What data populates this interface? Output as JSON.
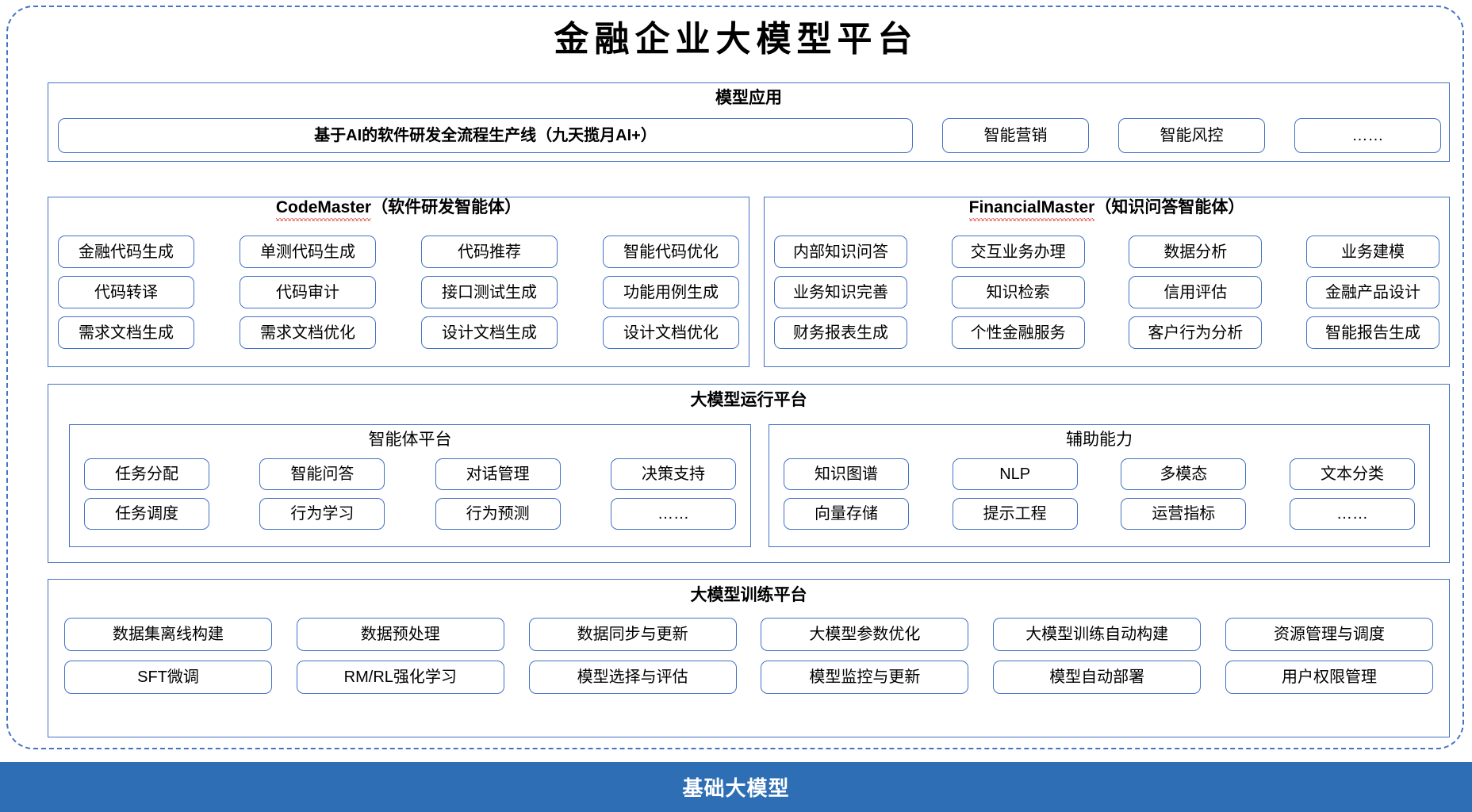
{
  "page": {
    "title": "金融企业大模型平台"
  },
  "colors": {
    "accent_blue": "#4472C4",
    "base_bar_blue": "#2E6EB5",
    "spellcheck_red": "#e03b2f",
    "text_black": "#000000",
    "background_white": "#ffffff"
  },
  "application_layer": {
    "title": "模型应用",
    "items": [
      {
        "label": "基于AI的软件研发全流程生产线（九天揽月AI+）",
        "size": "wide",
        "bold": true
      },
      {
        "label": "智能营销",
        "size": "small",
        "bold": false
      },
      {
        "label": "智能风控",
        "size": "small",
        "bold": false
      },
      {
        "label": "……",
        "size": "small",
        "bold": false
      }
    ]
  },
  "agents": [
    {
      "id": "code-master",
      "name_en": "CodeMaster",
      "name_cn": "（软件研发智能体）",
      "spellcheck_underline": true,
      "rows": [
        [
          "金融代码生成",
          "单测代码生成",
          "代码推荐",
          "智能代码优化"
        ],
        [
          "代码转译",
          "代码审计",
          "接口测试生成",
          "功能用例生成"
        ],
        [
          "需求文档生成",
          "需求文档优化",
          "设计文档生成",
          "设计文档优化"
        ]
      ]
    },
    {
      "id": "financial-master",
      "name_en": "FinancialMaster",
      "name_cn": "（知识问答智能体）",
      "spellcheck_underline": true,
      "rows": [
        [
          "内部知识问答",
          "交互业务办理",
          "数据分析",
          "业务建模"
        ],
        [
          "业务知识完善",
          "知识检索",
          "信用评估",
          "金融产品设计"
        ],
        [
          "财务报表生成",
          "个性金融服务",
          "客户行为分析",
          "智能报告生成"
        ]
      ]
    }
  ],
  "runtime_platform": {
    "title": "大模型运行平台",
    "sub_panels": [
      {
        "id": "agent-platform",
        "title": "智能体平台",
        "rows": [
          [
            "任务分配",
            "智能问答",
            "对话管理",
            "决策支持"
          ],
          [
            "任务调度",
            "行为学习",
            "行为预测",
            "……"
          ]
        ]
      },
      {
        "id": "auxiliary-ability",
        "title": "辅助能力",
        "rows": [
          [
            "知识图谱",
            "NLP",
            "多模态",
            "文本分类"
          ],
          [
            "向量存储",
            "提示工程",
            "运营指标",
            "……"
          ]
        ]
      }
    ]
  },
  "training_platform": {
    "title": "大模型训练平台",
    "rows": [
      [
        "数据集离线构建",
        "数据预处理",
        "数据同步与更新",
        "大模型参数优化",
        "大模型训练自动构建",
        "资源管理与调度"
      ],
      [
        "SFT微调",
        "RM/RL强化学习",
        "模型选择与评估",
        "模型监控与更新",
        "模型自动部署",
        "用户权限管理"
      ]
    ]
  },
  "base_layer": {
    "title": "基础大模型"
  }
}
